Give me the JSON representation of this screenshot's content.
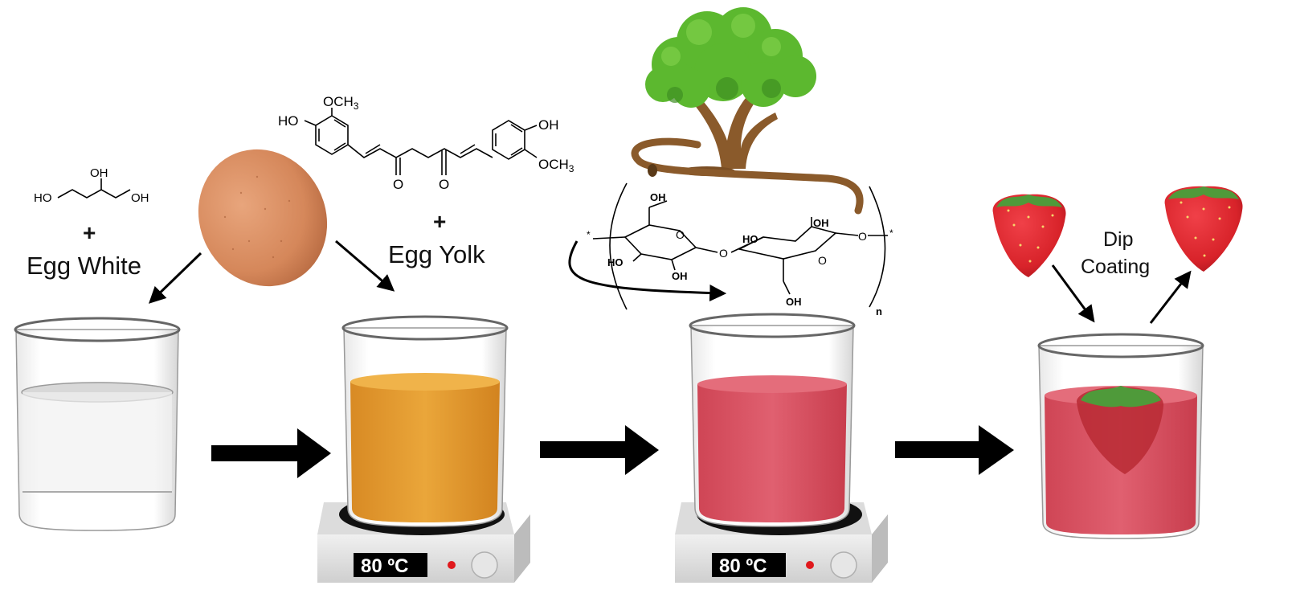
{
  "glycerol": {
    "oh_top": "OH",
    "oh_left": "HO",
    "oh_right": "OH",
    "plus": "+",
    "label": "Egg White"
  },
  "curcumin": {
    "och3_top": "OCH",
    "och3_top_sub": "3",
    "ho_left": "HO",
    "oh_right": "OH",
    "och3_right": "OCH",
    "och3_right_sub": "3",
    "o_left": "O",
    "o_right": "O",
    "plus": "+",
    "label": "Egg Yolk"
  },
  "cellulose": {
    "oh_top_left": "OH",
    "ho_left": "HO",
    "oh_bottom_left": "OH",
    "ho_right": "HO",
    "oh_top_right": "OH",
    "oh_bottom_right": "OH",
    "o_ring_left": "O",
    "o_bridge": "O",
    "o_ring_right": "O",
    "o_end": "O",
    "star_left": "*",
    "star_right": "*",
    "subscript_n": "n"
  },
  "hotplate_1": {
    "display": "80 ºC"
  },
  "hotplate_2": {
    "display": "80 ºC"
  },
  "dip": {
    "line1": "Dip",
    "line2": "Coating"
  },
  "colors": {
    "yolk_liquid": "#e7a237",
    "coating_liquid": "#d9505f",
    "tree_foliage": "#5cb82f",
    "tree_trunk": "#8a5a2b",
    "egg_shell": "#d5875a",
    "strawberry": "#d8232a",
    "leaf": "#4f9a3a"
  }
}
